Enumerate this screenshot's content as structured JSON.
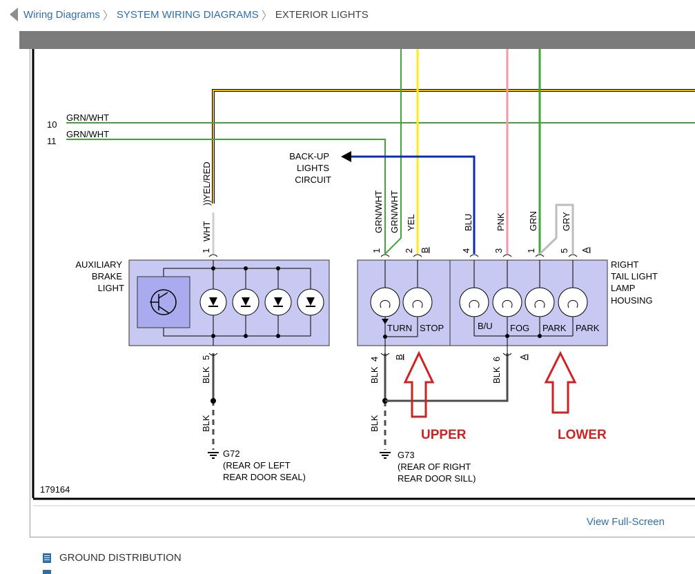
{
  "breadcrumb": {
    "items": [
      "Wiring Diagrams",
      "SYSTEM WIRING DIAGRAMS"
    ],
    "current": "EXTERIOR LIGHTS"
  },
  "diagram": {
    "figure_id": "179164",
    "wires": {
      "pin10": "10",
      "pin11": "11",
      "grn_wht_1": "GRN/WHT",
      "grn_wht_2": "GRN/WHT",
      "yel_red": "YEL/RED",
      "wht": "WHT",
      "blk5": "BLK",
      "blk4": "BLK",
      "blk6": "BLK",
      "blk_g72": "BLK",
      "blk_g73": "BLK",
      "conn_grn_wht_a": "GRN/WHT",
      "conn_grn_wht_b": "GRN/WHT",
      "yel": "YEL",
      "blu": "BLU",
      "pnk": "PNK",
      "grn": "GRN",
      "gry": "GRY"
    },
    "pins": {
      "aux_in": "1",
      "aux_out": "5",
      "upper_1": "1",
      "upper_2": "2",
      "upper_b": "B",
      "upper_4": "4",
      "upper_b_bottom": "B",
      "lower_4": "4",
      "lower_3": "3",
      "lower_1": "1",
      "lower_5": "5",
      "lower_a": "A",
      "lower_6": "6",
      "lower_a_bottom": "A"
    },
    "backup": [
      "BACK-UP",
      "LIGHTS",
      "CIRCUIT"
    ],
    "aux_label": [
      "AUXILIARY",
      "BRAKE",
      "LIGHT"
    ],
    "tail_label": [
      "RIGHT",
      "TAIL LIGHT",
      "LAMP",
      "HOUSING"
    ],
    "bulbs": {
      "turn": "TURN",
      "stop": "STOP",
      "bu": "B/U",
      "fog": "FOG",
      "park1": "PARK",
      "park2": "PARK"
    },
    "grounds": {
      "g72": [
        "G72",
        "(REAR OF LEFT",
        "REAR DOOR SEAL)"
      ],
      "g73": [
        "G73",
        "(REAR OF RIGHT",
        "REAR DOOR SILL)"
      ]
    },
    "annotations": {
      "upper": "UPPER",
      "lower": "LOWER"
    },
    "colors": {
      "grn": "#3fa535",
      "yel": "#ffee00",
      "yel_red": "#f2c200",
      "blu": "#0a2ab8",
      "pnk": "#f19aa4",
      "gry": "#bdbdbd",
      "wht": "#cfcfcf",
      "blk": "#4d4d4d",
      "box": "#c7c9f2",
      "box_dark": "#a9abee",
      "annotation": "#d02020"
    }
  },
  "footer": {
    "view_full": "View Full-Screen",
    "related_link": "GROUND DISTRIBUTION"
  }
}
